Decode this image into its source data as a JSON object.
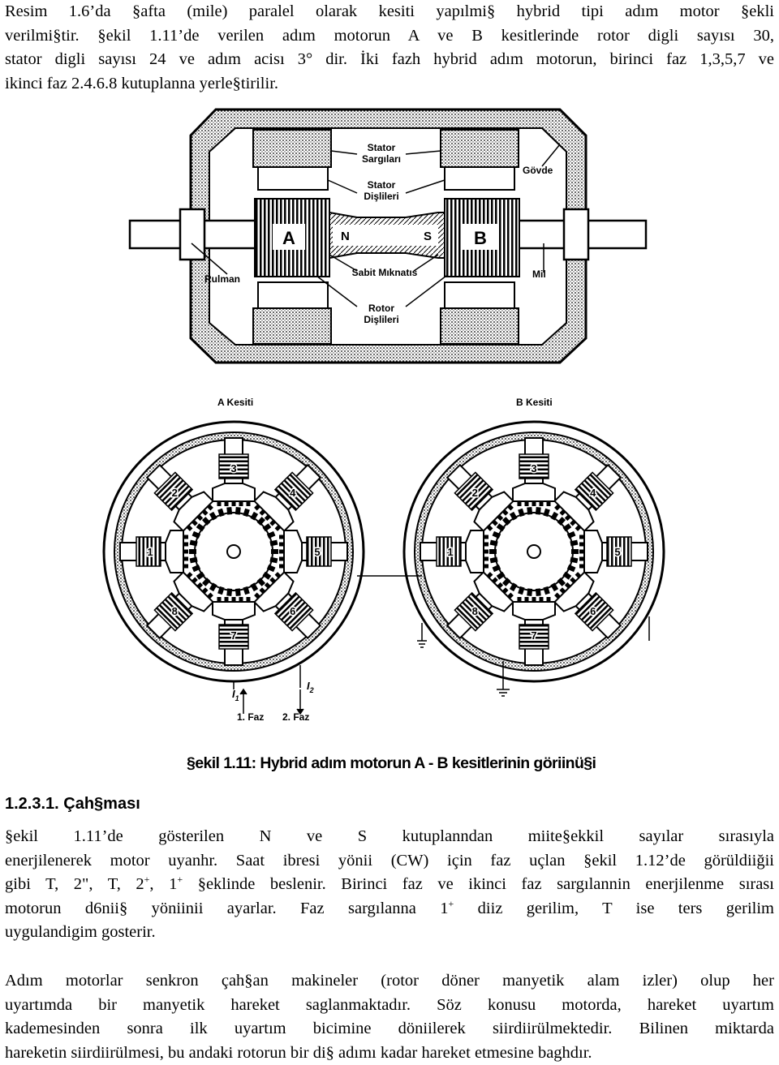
{
  "paragraph1": [
    "Resim 1.6’da §afta (mile) paralel olarak kesiti yapılmi§ hybrid tipi adım motor §ekli",
    "verilmi§tir. §ekil 1.11’de verilen adım motorun A ve B kesitlerinde rotor digli sayısı 30,",
    "stator digli sayısı 24 ve adım acisı 3° dir. İki fazh hybrid adım motorun, birinci faz 1,3,5,7 ve",
    "ikinci faz 2.4.6.8 kutuplanna yerle§tirilir."
  ],
  "figure": {
    "top_labels": {
      "stator_sargilari": [
        "Stator",
        "Sargıları"
      ],
      "stator_disleri": [
        "Stator",
        "Dişlileri"
      ],
      "govde": "Gövde",
      "rulman": "Rulman",
      "sabit_miknatis": "Sabit Mıknatıs",
      "mil": "Mil",
      "rotor_disleri": [
        "Rotor",
        "Dişlileri"
      ],
      "rotor_a": "A",
      "rotor_b": "B",
      "pole_n": "N",
      "pole_s": "S"
    },
    "section_a_label": "A Kesiti",
    "section_b_label": "B Kesiti",
    "poles_a": [
      "1",
      "2",
      "3",
      "4",
      "5",
      "6",
      "7",
      "8"
    ],
    "poles_b": [
      "1",
      "2",
      "3",
      "4",
      "5",
      "6",
      "7",
      "8"
    ],
    "current_1": "I",
    "current_1_sub": "1",
    "current_2": "I",
    "current_2_sub": "2",
    "phase_1": "1. Faz",
    "phase_2": "2. Faz"
  },
  "caption": "§ekil 1.11: Hybrid adım motorun A - B kesitlerinin göriinü§i",
  "heading": "1.2.3.1. Çah§ması",
  "paragraph3": {
    "l1": "§ekil 1.11’de gösterilen N ve S kutuplanndan miite§ekkil sayılar sırasıyla",
    "l2": "enerjilenerek motor uyanhr. Saat ibresi yönii (CW) için faz uçlan §ekil 1.12’de görüldiiğii",
    "l3a": "gibi T, 2\", T, 2",
    "l3sup1": "+",
    "l3b": ", 1",
    "l3sup2": "+",
    "l3c": " §eklinde beslenir. Birinci faz ve ikinci faz sargılannin enerjilenme sırası",
    "l4": "motorun d6nii§ yöniinii ayarlar. Faz sargılanna 1",
    "l4sup": "+",
    "l4b": " diiz gerilim, T ise ters gerilim",
    "l5": "uygulandigim gosterir."
  },
  "paragraph4": [
    "Adım motorlar senkron çah§an makineler (rotor döner manyetik alam izler) olup her",
    "uyartımda bir manyetik hareket saglanmaktadır. Söz konusu motorda, hareket uyartım",
    "kademesinden sonra ilk uyartım bicimine döniilerek siirdiirülmektedir. Bilinen miktarda",
    "hareketin siirdiirülmesi, bu andaki rotorun bir di§ adımı kadar hareket etmesine baghdır."
  ]
}
